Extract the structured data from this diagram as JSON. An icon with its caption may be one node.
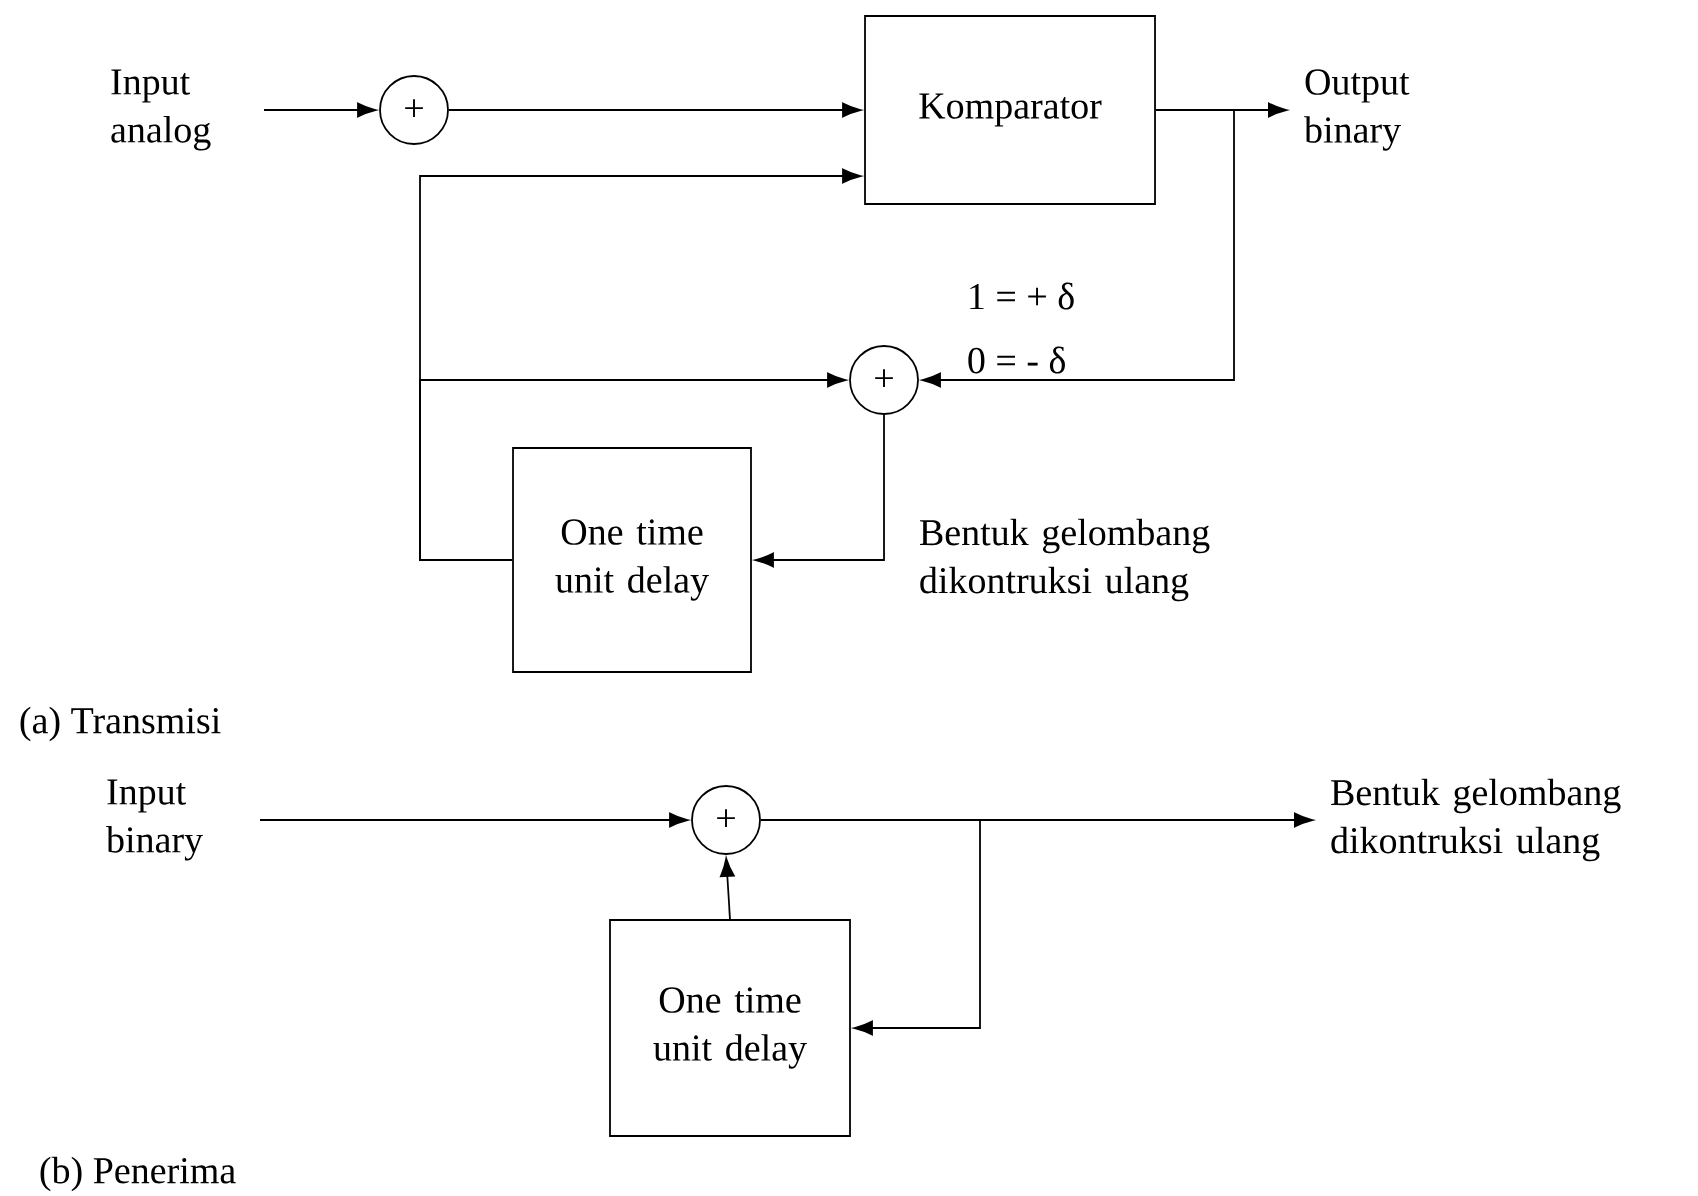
{
  "diagram": {
    "nodes": [
      {
        "text": [
          "Input analog"
        ]
      },
      {
        "text": [
          "+"
        ]
      },
      {
        "text": [
          "Komparator"
        ]
      },
      {
        "text": [
          "Output binary"
        ]
      },
      {
        "text": [
          "+"
        ]
      },
      {
        "text": [
          "One time unit delay"
        ]
      },
      {
        "text": [
          "Input binary"
        ]
      },
      {
        "text": [
          "+"
        ]
      },
      {
        "text": [
          "One time unit delay"
        ]
      },
      {
        "text": [
          "Bentuk gelombang dikontruksi ulang"
        ]
      }
    ],
    "edges": [
      {
        "from": 0,
        "to": 1,
        "arrow": "to"
      },
      {
        "from": 1,
        "to": 2,
        "arrow": "to"
      },
      {
        "from": 2,
        "to": 3,
        "arrow": "to"
      },
      {
        "from": 2,
        "to": 4,
        "arrow": "to"
      },
      {
        "from": 4,
        "to": 5,
        "arrow": "to"
      },
      {
        "from": 5,
        "to": 2,
        "arrow": "to"
      },
      {
        "from": 5,
        "to": 4,
        "arrow": "to"
      },
      {
        "from": 6,
        "to": 7,
        "arrow": "to"
      },
      {
        "from": 7,
        "to": 9,
        "arrow": "to"
      },
      {
        "from": 7,
        "to": 8,
        "arrow": "to"
      },
      {
        "from": 8,
        "to": 7,
        "arrow": "to"
      }
    ],
    "labels": [
      "1 = + δ",
      "0 = - δ",
      "Bentuk gelombang dikontruksi ulang",
      "(a) Transmisi",
      "(b) Penerima"
    ]
  }
}
